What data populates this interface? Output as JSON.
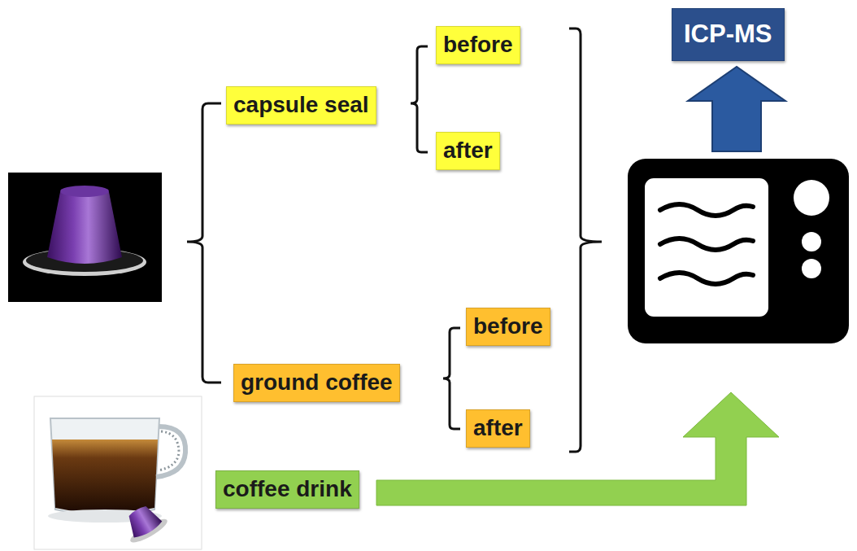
{
  "diagram": {
    "nodes": [
      {
        "text": [
          "capsule seal"
        ]
      },
      {
        "text": [
          "before"
        ]
      },
      {
        "text": [
          "after"
        ]
      },
      {
        "text": [
          "ground coffee"
        ]
      },
      {
        "text": [
          "before"
        ]
      },
      {
        "text": [
          "after"
        ]
      },
      {
        "text": [
          "coffee drink"
        ]
      },
      {
        "text": [
          "ICP-MS"
        ]
      }
    ]
  }
}
